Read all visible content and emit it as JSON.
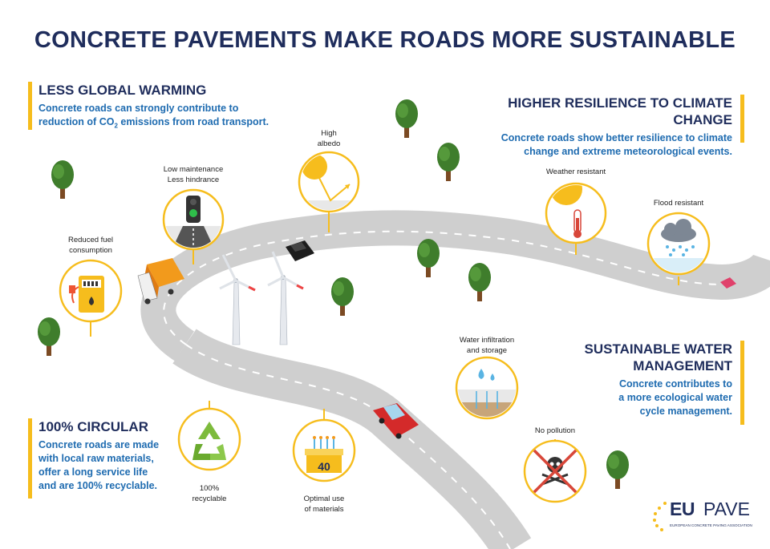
{
  "title": "CONCRETE PAVEMENTS MAKE ROADS MORE SUSTAINABLE",
  "blocks": {
    "warming": {
      "heading": "LESS GLOBAL WARMING",
      "text1": "Concrete roads can strongly contribute to",
      "text2a": "reduction of CO",
      "text2sub": "2",
      "text2b": " emissions from road transport."
    },
    "resilience": {
      "heading": "HIGHER RESILIENCE TO CLIMATE CHANGE",
      "text1": "Concrete roads show better resilience to climate",
      "text2": "change and extreme meteorological events."
    },
    "water": {
      "heading1": "SUSTAINABLE WATER",
      "heading2": "MANAGEMENT",
      "text1": "Concrete contributes to",
      "text2": "a more ecological water",
      "text3": "cycle management."
    },
    "circular": {
      "heading": "100% CIRCULAR",
      "text1": "Concrete roads are made",
      "text2": "with local raw materials,",
      "text3": "offer a long service life",
      "text4": "and are 100% recyclable."
    }
  },
  "labels": {
    "fuel1": "Reduced fuel",
    "fuel2": "consumption",
    "maint1": "Low maintenance",
    "maint2": "Less hindrance",
    "albedo1": "High",
    "albedo2": "albedo",
    "weather": "Weather resistant",
    "flood": "Flood resistant",
    "infil1": "Water infiltration",
    "infil2": "and storage",
    "pollution": "No pollution",
    "recycle1": "100%",
    "recycle2": "recyclable",
    "optimal1": "Optimal use",
    "optimal2": "of materials",
    "cake_number": "40"
  },
  "logo": {
    "eu": "EU",
    "pave": "PAVE",
    "sub": "EUROPEAN CONCRETE PAVING ASSOCIATION"
  },
  "colors": {
    "navy": "#1f2d5c",
    "blue": "#1e6bb0",
    "yellow": "#f6bd1d",
    "road": "#cfcfcf",
    "tree": "#3f7d2c",
    "trunk": "#7b4a23"
  }
}
